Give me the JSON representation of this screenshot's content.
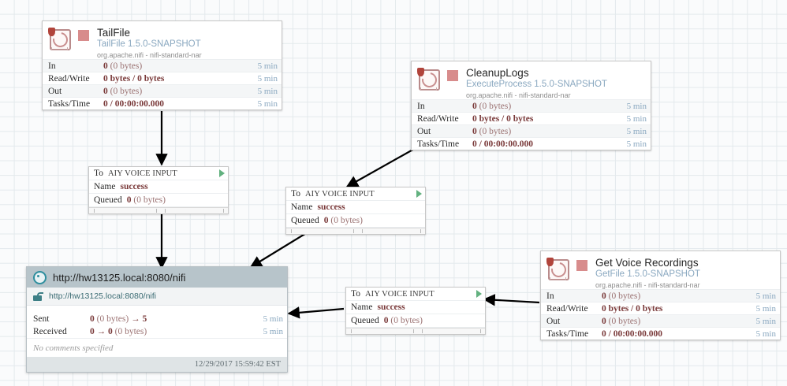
{
  "canvas": {
    "grid_color": "#e3e9ec",
    "background_color": "#fafbfc",
    "edge_color": "#000000"
  },
  "processors": [
    {
      "name": "TailFile",
      "type": "TailFile 1.5.0-SNAPSHOT",
      "bundle": "org.apache.nifi - nifi-standard-nar",
      "icon": "processor-icon",
      "status_color": "#d88c8c",
      "stats": [
        {
          "label": "In",
          "value": "0",
          "detail": "(0 bytes)",
          "time": "5 min"
        },
        {
          "label": "Read/Write",
          "value": "0 bytes / 0 bytes",
          "detail": "",
          "time": "5 min"
        },
        {
          "label": "Out",
          "value": "0",
          "detail": "(0 bytes)",
          "time": "5 min"
        },
        {
          "label": "Tasks/Time",
          "value": "0 / 00:00:00.000",
          "detail": "",
          "time": "5 min"
        }
      ]
    },
    {
      "name": "CleanupLogs",
      "type": "ExecuteProcess 1.5.0-SNAPSHOT",
      "bundle": "org.apache.nifi - nifi-standard-nar",
      "icon": "processor-icon",
      "status_color": "#d88c8c",
      "stats": [
        {
          "label": "In",
          "value": "0",
          "detail": "(0 bytes)",
          "time": "5 min"
        },
        {
          "label": "Read/Write",
          "value": "0 bytes / 0 bytes",
          "detail": "",
          "time": "5 min"
        },
        {
          "label": "Out",
          "value": "0",
          "detail": "(0 bytes)",
          "time": "5 min"
        },
        {
          "label": "Tasks/Time",
          "value": "0 / 00:00:00.000",
          "detail": "",
          "time": "5 min"
        }
      ]
    },
    {
      "name": "Get Voice Recordings",
      "type": "GetFile 1.5.0-SNAPSHOT",
      "bundle": "org.apache.nifi - nifi-standard-nar",
      "icon": "processor-icon",
      "status_color": "#d88c8c",
      "stats": [
        {
          "label": "In",
          "value": "0",
          "detail": "(0 bytes)",
          "time": "5 min"
        },
        {
          "label": "Read/Write",
          "value": "0 bytes / 0 bytes",
          "detail": "",
          "time": "5 min"
        },
        {
          "label": "Out",
          "value": "0",
          "detail": "(0 bytes)",
          "time": "5 min"
        },
        {
          "label": "Tasks/Time",
          "value": "0 / 00:00:00.000",
          "detail": "",
          "time": "5 min"
        }
      ]
    }
  ],
  "connections": [
    {
      "to_label": "To",
      "destination": "AIY VOICE INPUT",
      "name_label": "Name",
      "relationship": "success",
      "queued_label": "Queued",
      "queued_count": "0",
      "queued_size": "(0 bytes)",
      "run_icon": "play-icon",
      "run_color": "#62b17f"
    },
    {
      "to_label": "To",
      "destination": "AIY VOICE INPUT",
      "name_label": "Name",
      "relationship": "success",
      "queued_label": "Queued",
      "queued_count": "0",
      "queued_size": "(0 bytes)",
      "run_icon": "play-icon",
      "run_color": "#62b17f"
    },
    {
      "to_label": "To",
      "destination": "AIY VOICE INPUT",
      "name_label": "Name",
      "relationship": "success",
      "queued_label": "Queued",
      "queued_count": "0",
      "queued_size": "(0 bytes)",
      "run_icon": "play-icon",
      "run_color": "#62b17f"
    }
  ],
  "remote_process_group": {
    "title": "http://hw13125.local:8080/nifi",
    "uri": "http://hw13125.local:8080/nifi",
    "target_icon": "remote-target-icon",
    "lock_icon": "unlocked-padlock-icon",
    "header_color": "#b7c4ca",
    "stats": [
      {
        "label": "Sent",
        "value": "0",
        "detail": "(0 bytes)",
        "arrow": "→",
        "suffix": "5",
        "time": "5 min"
      },
      {
        "label": "Received",
        "value": "0",
        "arrow": "→",
        "suffix": "0",
        "detail": "(0 bytes)",
        "time": "5 min"
      }
    ],
    "comments": "No comments specified",
    "last_refreshed": "12/29/2017 15:59:42 EST"
  }
}
